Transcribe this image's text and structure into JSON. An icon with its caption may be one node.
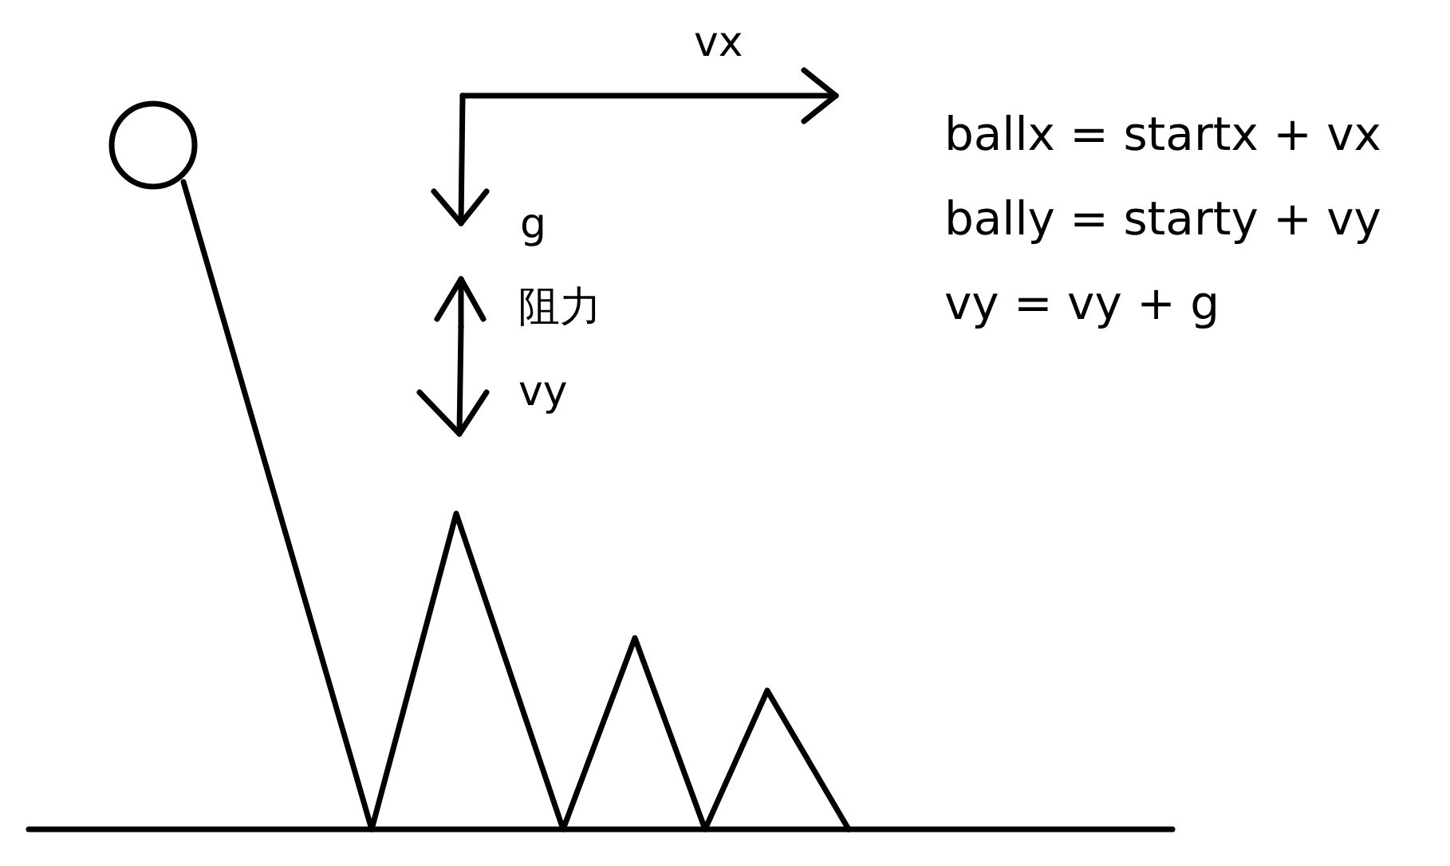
{
  "diagram": {
    "labels": [
      "vx",
      "g",
      "阻力",
      "vy",
      "ballx = startx + vx",
      "bally = starty + vy",
      "vy = vy + g"
    ]
  }
}
